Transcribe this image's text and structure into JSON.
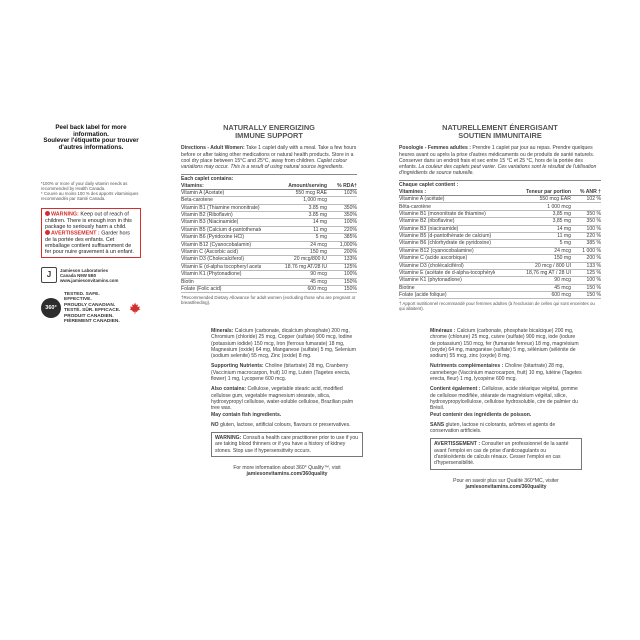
{
  "left": {
    "peel": [
      "Peel back label for more information.",
      "Soulever l'étiquette pour trouver",
      "d'autres informations."
    ],
    "fine": [
      "*100% or more of your daily vitamin needs as recommended by Health Canada.",
      "* Couvre au moins 100 % des apports vitaminiques recommandés par Santé Canada."
    ],
    "warning_label": "WARNING:",
    "warning_text": "Keep out of reach of children. There is enough iron in this package to seriously harm a child.",
    "avert_label": "AVERTISSEMENT :",
    "avert_text": "Garder hors de la portée des enfants. Cet emballage contient suffisamment de fer pour nuire gravement à un enfant.",
    "company": [
      "Jamieson Laboratories",
      "Canada N9W 5B0",
      "www.jamiesonvitamins.com"
    ],
    "seal_text": "360°",
    "tested": [
      "TESTED. SAFE. EFFECTIVE.",
      "PROUDLY CANADIAN.",
      "TESTÉ. SÛR. EFFICACE.",
      "PRODUIT CANADIEN.",
      "FIÈREMENT CANADIEN."
    ]
  },
  "en": {
    "title1": "NATURALLY ENERGIZING",
    "title2": "IMMUNE SUPPORT",
    "directions_label": "Directions - Adult Women:",
    "directions": "Take 1 caplet daily with a meal. Take a few hours before or after taking other medications or natural health products. Store in a cool dry place between 15°C and 25°C, away from children.",
    "directions_ital": "Caplet colour variations may occur. This is a result of using natural source ingredients.",
    "tbl_title": "Each caplet contains:",
    "col_vit": "Vitamins:",
    "col_amt": "Amount/serving",
    "col_rda": "% RDA†",
    "rows": [
      {
        "n": "Vitamin A (Acetate)",
        "a": "550 mcg RAE",
        "p": "102%"
      },
      {
        "n": "Beta-carotene",
        "a": "1,000 mcg",
        "p": ""
      },
      {
        "n": "Vitamin B1 (Thiamine mononitrate)",
        "a": "3.85 mg",
        "p": "350%"
      },
      {
        "n": "Vitamin B2 (Riboflavin)",
        "a": "3.85 mg",
        "p": "350%"
      },
      {
        "n": "Vitamin B3 (Niacinamide)",
        "a": "14 mg",
        "p": "100%"
      },
      {
        "n": "Vitamin B5 (Calcium d-pantothenate)",
        "a": "11 mg",
        "p": "220%"
      },
      {
        "n": "Vitamin B6 (Pyridoxine HCl)",
        "a": "5 mg",
        "p": "385%"
      },
      {
        "n": "Vitamin B12 (Cyanocobalamin)",
        "a": "24 mcg",
        "p": "1,000%"
      },
      {
        "n": "Vitamin C (Ascorbic acid)",
        "a": "150 mg",
        "p": "200%"
      },
      {
        "n": "Vitamin D3 (Cholecalciferol)",
        "a": "20 mcg/800 IU",
        "p": "133%"
      },
      {
        "n": "Vitamin E (d-alpha tocopheryl acetate)",
        "a": "18.76 mg AT/28 IU",
        "p": "125%"
      },
      {
        "n": "Vitamin K1 (Phytonadione)",
        "a": "90 mcg",
        "p": "100%"
      },
      {
        "n": "Biotin",
        "a": "45 mcg",
        "p": "150%"
      },
      {
        "n": "Folate (Folic acid)",
        "a": "600 mcg",
        "p": "150%"
      }
    ],
    "footnote": "†Recommended Dietary Allowance for adult women (excluding those who are pregnant or breastfeeding).",
    "minerals_label": "Minerals:",
    "minerals": "Calcium (carbonate, dicalcium phosphate) 200 mg, Chromium (chloride) 25 mcg, Copper (sulfate) 900 mcg, Iodine (potassium iodide) 150 mcg, Iron (ferrous fumarate) 18 mg, Magnesium (oxide) 64 mg, Manganese (sulfate) 5 mg, Selenium (sodium selenite) 55 mcg, Zinc (oxide) 8 mg.",
    "supporting_label": "Supporting Nutrients:",
    "supporting": "Choline (bitartrate) 28 mg, Cranberry (Vaccinium macrocarpon, fruit) 10 mg, Lutein (Tagetes erecta, flower) 1 mg, Lycopene 600 mcg.",
    "also_label": "Also contains:",
    "also": "Cellulose, vegetable stearic acid, modified cellulose gum, vegetable magnesium stearate, silica, hydroxypropyl cellulose, water-soluble cellulose, Brazilian palm tree wax.",
    "fish": "May contain fish ingredients.",
    "no_label": "NO",
    "no": "gluten, lactose, artificial colours, flavours or preservatives.",
    "adv_label": "WARNING:",
    "adv": "Consult a health care practitioner prior to use if you are taking blood thinners or if you have a history of kidney stones. Stop use if hypersensitivity occurs.",
    "more1": "For more information about 360° Quality™, visit",
    "more2": "jamiesonvitamins.com/360quality"
  },
  "fr": {
    "title1": "NATURELLEMENT ÉNERGISANT",
    "title2": "SOUTIEN IMMUNITAIRE",
    "directions_label": "Posologie - Femmes adultes :",
    "directions": "Prendre 1 caplet par jour au repas. Prendre quelques heures avant ou après la prise d'autres médicaments ou de produits de santé naturels. Conserver dans un endroit frais et sec entre 15 °C et 25 °C, hors de la portée des enfants.",
    "directions_ital": "La couleur des caplets peut varier. Ces variations sont le résultat de l'utilisation d'ingrédients de source naturelle.",
    "tbl_title": "Chaque caplet contient :",
    "col_vit": "Vitamines :",
    "col_amt": "Teneur par portion",
    "col_rda": "% ANR †",
    "rows": [
      {
        "n": "Vitamine A (acétate)",
        "a": "550 mcg ÉAR",
        "p": "102 %"
      },
      {
        "n": "Bêta-carotène",
        "a": "1 000 mcg",
        "p": ""
      },
      {
        "n": "Vitamine B1 (mononitrate de thiamine)",
        "a": "3,85 mg",
        "p": "350 %"
      },
      {
        "n": "Vitamine B2 (riboflavine)",
        "a": "3,85 mg",
        "p": "350 %"
      },
      {
        "n": "Vitamine B3 (niacinamide)",
        "a": "14 mg",
        "p": "100 %"
      },
      {
        "n": "Vitamine B5 (d-pantothénate de calcium)",
        "a": "11 mg",
        "p": "220 %"
      },
      {
        "n": "Vitamine B6 (chlorhydrate de pyridoxine)",
        "a": "5 mg",
        "p": "385 %"
      },
      {
        "n": "Vitamine B12 (cyanocobalamine)",
        "a": "24 mcg",
        "p": "1 000 %"
      },
      {
        "n": "Vitamine C (acide ascorbique)",
        "a": "150 mg",
        "p": "200 %"
      },
      {
        "n": "Vitamine D3 (cholécalciférol)",
        "a": "20 mcg / 800 UI",
        "p": "133 %"
      },
      {
        "n": "Vitamine E (acétate de d-alpha-tocophéryle)",
        "a": "18,76 mg AT / 28 UI",
        "p": "125 %"
      },
      {
        "n": "Vitamine K1 (phytonadione)",
        "a": "90 mcg",
        "p": "100 %"
      },
      {
        "n": "Biotine",
        "a": "45 mcg",
        "p": "150 %"
      },
      {
        "n": "Folate (acide folique)",
        "a": "600 mcg",
        "p": "150 %"
      }
    ],
    "footnote": "† Apport nutritionnel recommandé pour femmes adultes (à l'exclusion de celles qui sont enceintes ou qui allaitent).",
    "minerals_label": "Minéraux :",
    "minerals": "Calcium (carbonate, phosphate bicalcique) 200 mg, chrome (chlorure) 25 mcg, cuivre (sulfate) 900 mcg, iode (iodure de potassium) 150 mcg, fer (fumarate ferreux) 18 mg, magnésium (oxyde) 64 mg, manganèse (sulfate) 5 mg, sélénium (sélénite de sodium) 55 mcg, zinc (oxyde) 8 mg.",
    "supporting_label": "Nutriments complémentaires :",
    "supporting": "Choline (bitartrate) 28 mg, canneberge (Vaccinium macrocarpon, fruit) 10 mg, lutéine (Tagetes erecta, fleur) 1 mg, lycopène 600 mcg.",
    "also_label": "Contient également :",
    "also": "Cellulose, acide stéarique végétal, gomme de cellulose modifiée, stéarate de magnésium végétal, silice, hydroxypropylcellulose, cellulose hydrosoluble, cire de palmier du Brésil.",
    "fish": "Peut contenir des ingrédients de poisson.",
    "no_label": "SANS",
    "no": "gluten, lactose ni colorants, arômes et agents de conservation artificiels.",
    "adv_label": "AVERTISSEMENT :",
    "adv": "Consulter un professionnel de la santé avant l'emploi en cas de prise d'anticoagulants ou d'antécédents de calculs rénaux. Cesser l'emploi en cas d'hypersensibilité.",
    "more1": "Pour en savoir plus sur Qualité 360°MC, visiter",
    "more2": "jamiesonvitamins.com/360quality"
  },
  "colors": {
    "red": "#d32f2f",
    "text": "#3a3a3a"
  }
}
